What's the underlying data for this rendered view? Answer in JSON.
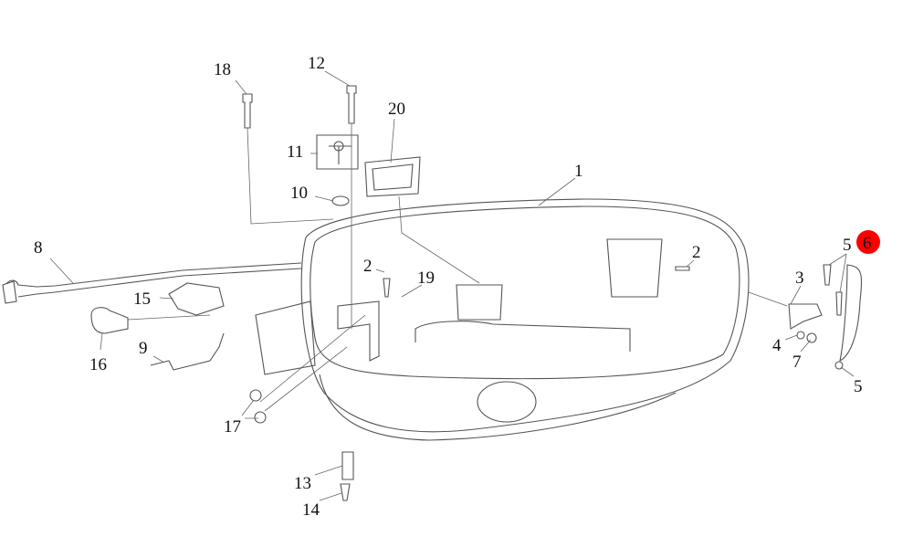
{
  "diagram": {
    "highlight_color": "#ff0000",
    "callouts": [
      {
        "id": "18",
        "label": "18"
      },
      {
        "id": "12",
        "label": "12"
      },
      {
        "id": "20",
        "label": "20"
      },
      {
        "id": "11",
        "label": "11"
      },
      {
        "id": "1",
        "label": "1"
      },
      {
        "id": "10",
        "label": "10"
      },
      {
        "id": "8",
        "label": "8"
      },
      {
        "id": "2a",
        "label": "2"
      },
      {
        "id": "19",
        "label": "19"
      },
      {
        "id": "2b",
        "label": "2"
      },
      {
        "id": "5a",
        "label": "5"
      },
      {
        "id": "6",
        "label": "6",
        "highlighted": true
      },
      {
        "id": "3",
        "label": "3"
      },
      {
        "id": "15",
        "label": "15"
      },
      {
        "id": "4",
        "label": "4"
      },
      {
        "id": "7",
        "label": "7"
      },
      {
        "id": "9",
        "label": "9"
      },
      {
        "id": "16",
        "label": "16"
      },
      {
        "id": "5b",
        "label": "5"
      },
      {
        "id": "17",
        "label": "17"
      },
      {
        "id": "13",
        "label": "13"
      },
      {
        "id": "14",
        "label": "14"
      }
    ]
  }
}
